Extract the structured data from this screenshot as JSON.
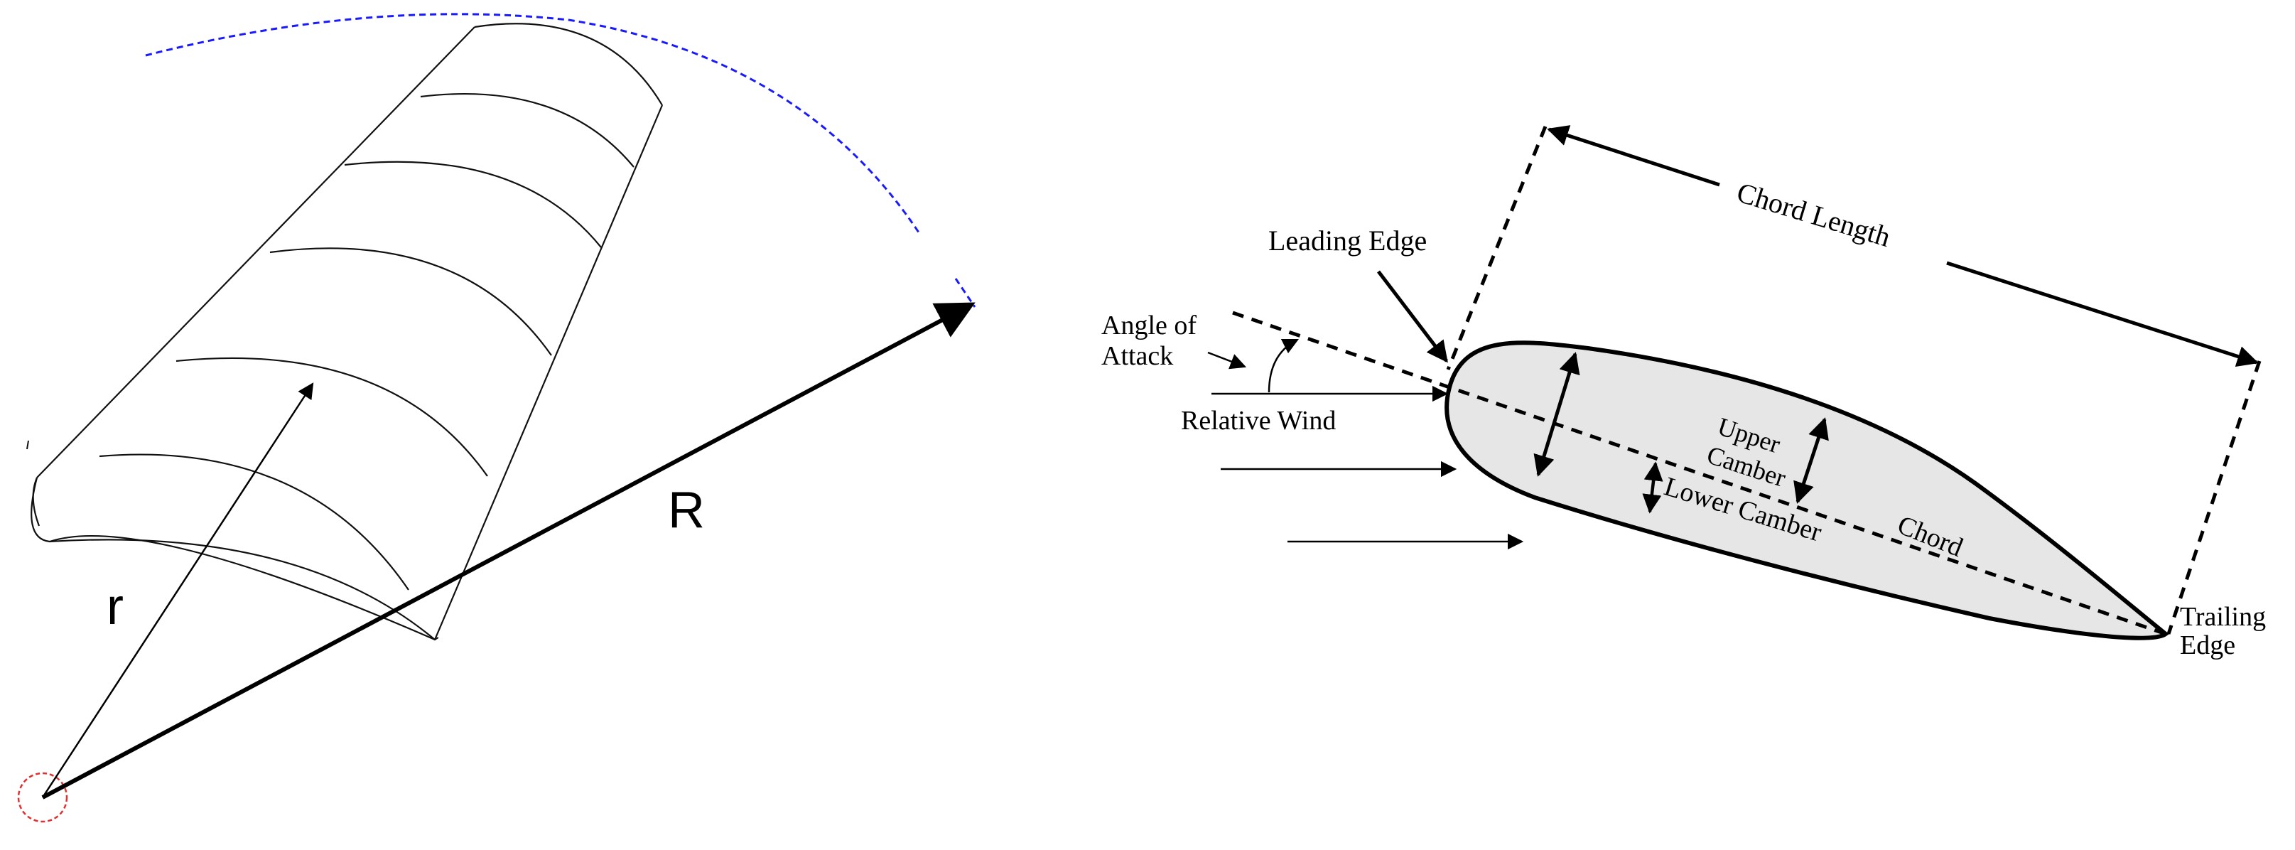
{
  "colors": {
    "stroke": "#000000",
    "blade_outline": "#111111",
    "radius_arc": "#1a1aff",
    "hub_circle": "#e03030",
    "airfoil_fill": "#e6e6e6",
    "background": "#ffffff"
  },
  "blade_diagram": {
    "label_small_radius": "r",
    "label_large_radius": "R"
  },
  "airfoil_diagram": {
    "chord_length": "Chord Length",
    "leading_edge": "Leading Edge",
    "angle_of_attack_line1": "Angle of",
    "angle_of_attack_line2": "Attack",
    "relative_wind": "Relative Wind",
    "upper_camber_line1": "Upper",
    "upper_camber_line2": "Camber",
    "lower_camber": "Lower Camber",
    "chord": "Chord",
    "trailing_edge_line1": "Trailing",
    "trailing_edge_line2": "Edge"
  }
}
